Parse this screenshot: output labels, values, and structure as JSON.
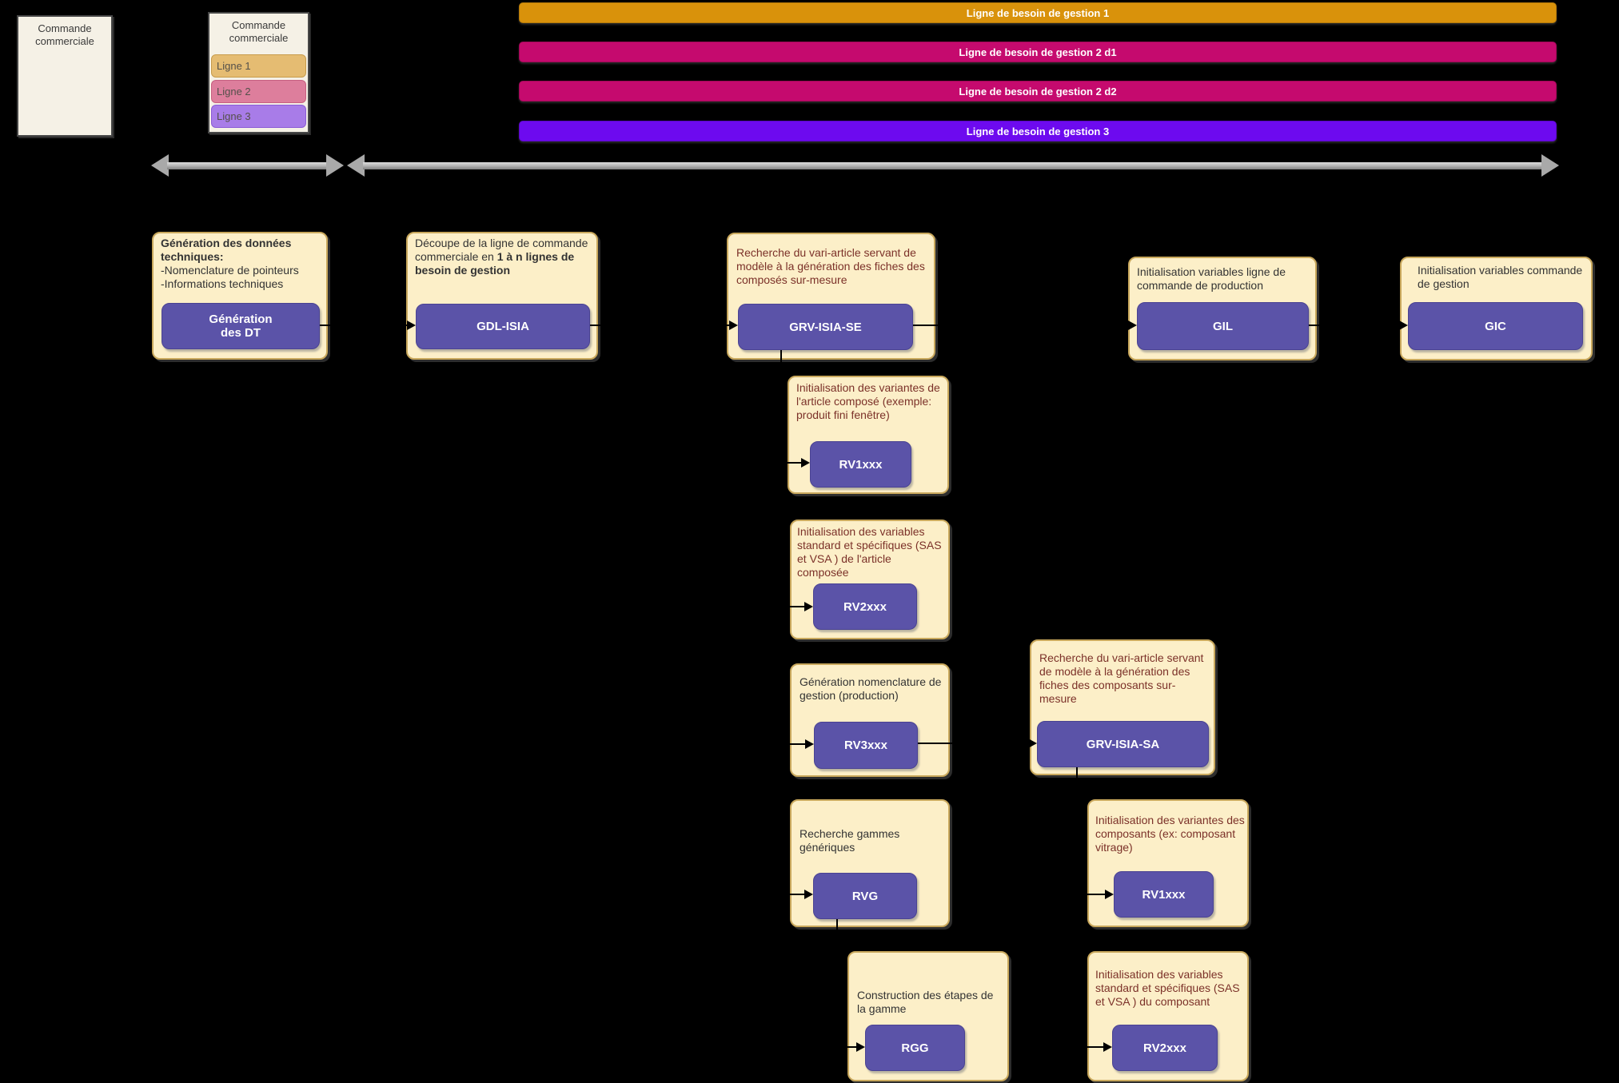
{
  "colors": {
    "background": "#000000",
    "cream_box_fill": "#FCEFC8",
    "cream_box_border": "#C9A85C",
    "node_button_fill": "#5B53A8",
    "node_button_text": "#FFFFFF",
    "maroon_text": "#7B3129",
    "dark_text": "#333333",
    "bar_gestion_1": "#D9920B",
    "bar_gestion_2": "#C50A6E",
    "bar_gestion_3": "#6D0AEF",
    "ligne_1_fill": "#E5BC72",
    "ligne_2_fill": "#DD7E9C",
    "ligne_3_fill": "#A87CE8",
    "timeline_arrow_gray": "#A9A9A9"
  },
  "commande_left": {
    "title": "Commande commerciale"
  },
  "commande_right": {
    "title": "Commande commerciale",
    "lignes": [
      {
        "label": "Ligne 1"
      },
      {
        "label": "Ligne 2"
      },
      {
        "label": "Ligne 3"
      }
    ]
  },
  "gestion_bars": [
    {
      "label": "Ligne de besoin de gestion 1"
    },
    {
      "label": "Ligne de besoin de gestion 2 d1"
    },
    {
      "label": "Ligne de besoin de gestion 2 d2"
    },
    {
      "label": "Ligne de besoin de gestion 3"
    }
  ],
  "process_boxes": {
    "gen_dt": {
      "desc_title": "Génération des données techniques:",
      "desc_line1": "-Nomenclature de pointeurs",
      "desc_line2": "-Informations techniques",
      "button": "Génération\ndes DT"
    },
    "gdl": {
      "desc_normal": "Découpe de la ligne de commande commerciale en ",
      "desc_bold": "1 à n lignes de besoin de gestion",
      "button": "GDL-ISIA"
    },
    "grv_se": {
      "desc": "Recherche du vari-article servant de modèle à la génération des fiches des composés sur-mesure",
      "button": "GRV-ISIA-SE"
    },
    "gil": {
      "desc": "Initialisation variables ligne de commande de production",
      "button": "GIL"
    },
    "gic": {
      "desc": "Initialisation variables commande de gestion",
      "button": "GIC"
    },
    "rv1_a": {
      "desc": "Initialisation des variantes de l'article composé (exemple: produit fini fenêtre)",
      "button": "RV1xxx"
    },
    "rv2_a": {
      "desc": "Initialisation des variables standard et spécifiques (SAS et VSA ) de l'article composée",
      "button": "RV2xxx"
    },
    "rv3": {
      "desc": "Génération nomenclature de gestion (production)",
      "button": "RV3xxx"
    },
    "rvg": {
      "desc": "Recherche gammes génériques",
      "button": "RVG"
    },
    "grv_sa": {
      "desc": "Recherche du vari-article servant de modèle à la génération des fiches des composants sur-mesure",
      "button": "GRV-ISIA-SA"
    },
    "rv1_b": {
      "desc": "Initialisation des variantes des composants (ex: composant vitrage)",
      "button": "RV1xxx"
    },
    "rgg": {
      "desc": "Construction des étapes de la gamme",
      "button": "RGG"
    },
    "rv2_b": {
      "desc": "Initialisation des variables standard et spécifiques (SAS et VSA ) du composant",
      "button": "RV2xxx"
    }
  }
}
